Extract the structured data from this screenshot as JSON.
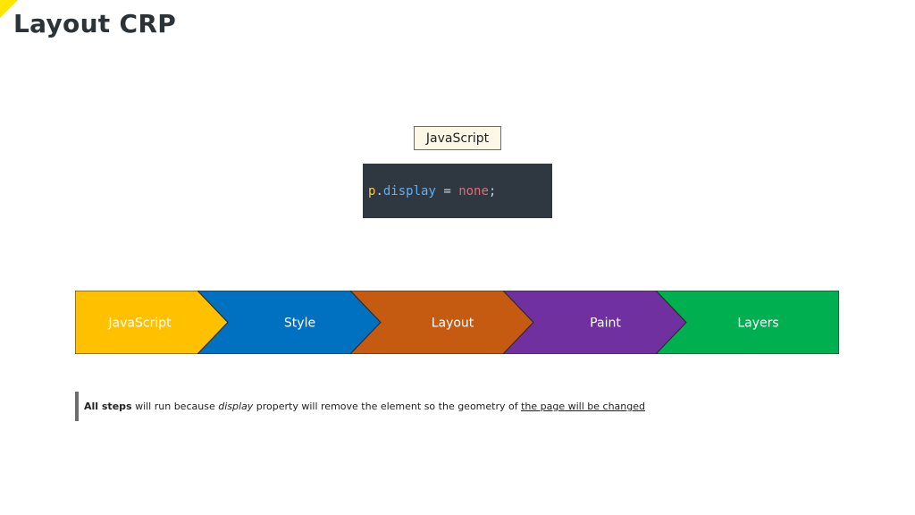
{
  "colors": {
    "corner_accent": "#ffe600",
    "title_text": "#2b3238"
  },
  "slide": {
    "title": "Layout CRP"
  },
  "trigger": {
    "label": "JavaScript"
  },
  "code": {
    "object": "p",
    "dot": ".",
    "property": "display",
    "operator": " = ",
    "value": "none",
    "terminator": ";"
  },
  "pipeline": {
    "stages": [
      {
        "label": "JavaScript",
        "color": "#ffc000"
      },
      {
        "label": "Style",
        "color": "#0070c0"
      },
      {
        "label": "Layout",
        "color": "#c55a11"
      },
      {
        "label": "Paint",
        "color": "#7030a0"
      },
      {
        "label": "Layers",
        "color": "#00b050"
      }
    ]
  },
  "note": {
    "bold": "All steps",
    "text1": " will run because ",
    "italic": "display",
    "text2": " property will remove the element so the geometry of ",
    "underlined": "the page will be changed"
  }
}
